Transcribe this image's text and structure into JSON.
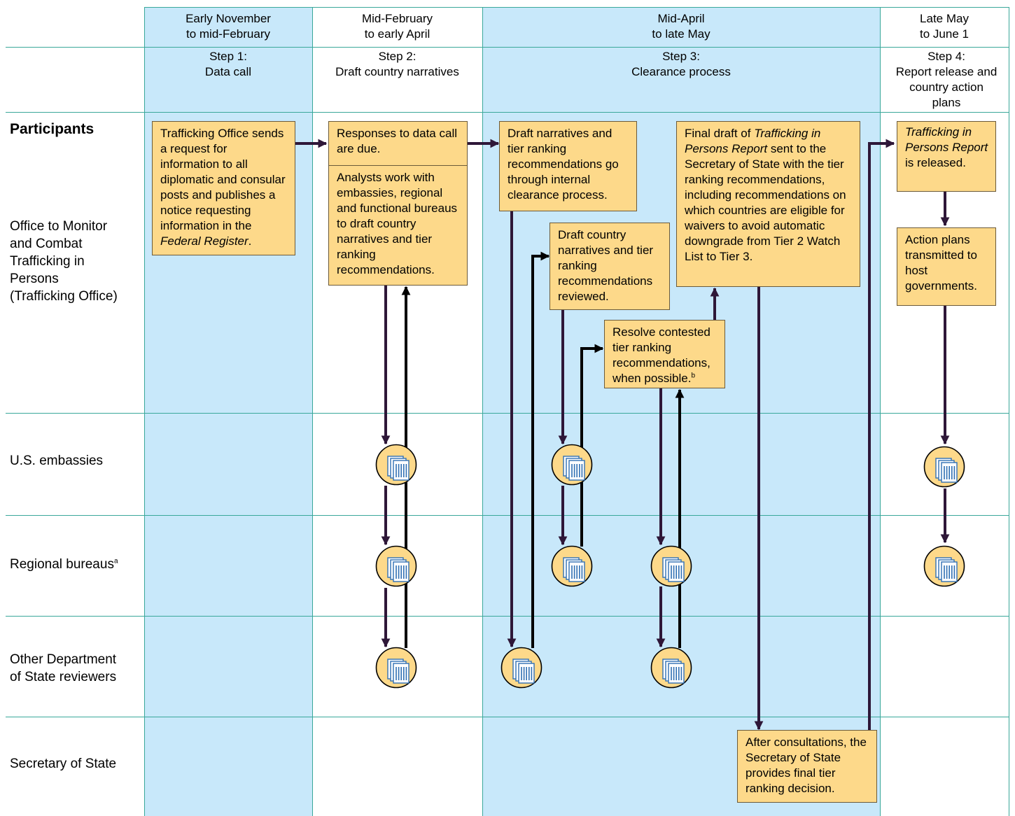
{
  "headers": {
    "col1_period": [
      "Early November",
      "to mid-February"
    ],
    "col2_period": [
      "Mid-February",
      "to early April"
    ],
    "col3_period": [
      "Mid-April",
      "to late May"
    ],
    "col4_period": [
      "Late May",
      "to June 1"
    ],
    "col1_step": [
      "Step 1:",
      "Data call"
    ],
    "col2_step": [
      "Step 2:",
      "Draft country narratives"
    ],
    "col3_step": [
      "Step 3:",
      "Clearance process"
    ],
    "col4_step": [
      "Step 4:",
      "Report release and",
      "country action",
      "plans"
    ]
  },
  "participants_title": "Participants",
  "rows": {
    "office": [
      "Office to Monitor",
      "and Combat",
      "Trafficking in",
      "Persons",
      "(Trafficking Office)"
    ],
    "embassies": "U.S. embassies",
    "regional": "Regional bureaus",
    "regional_note": "a",
    "other": [
      "Other Department",
      "of State reviewers"
    ],
    "secretary": "Secretary of State"
  },
  "boxes": {
    "b1_text": "Trafficking Office sends a request for information to all diplomatic and consular posts and publishes a notice requesting information in the ",
    "b1_italic": "Federal Register",
    "b1_end": ".",
    "b2a": "Responses to data call are due.",
    "b2b": "Analysts work with embassies, regional and functional bureaus to draft country narratives and tier ranking recommendations.",
    "b3": "Draft narratives and tier ranking recommendations go through internal clearance process.",
    "b4": "Draft country narratives and tier ranking recommendations reviewed.",
    "b5_text": "Resolve contested tier ranking recommendations, when possible.",
    "b5_note": "b",
    "b6_start": "Final draft of ",
    "b6_italic": "Trafficking in Persons Report",
    "b6_end": " sent to the Secretary of State with the tier ranking recommendations, including recommendations on which countries are eligible for waivers to avoid automatic downgrade from Tier 2 Watch List to Tier 3.",
    "b7": "After consultations, the Secretary of State provides final tier ranking decision.",
    "b8_italic": "Trafficking in Persons Report",
    "b8_end": " is released.",
    "b9": "Action plans transmitted to host governments."
  },
  "colors": {
    "shade": "#c8e8fa",
    "grid": "#3aa89a",
    "box_fill": "#fdd98a",
    "arrow_dark": "#2e1738",
    "arrow_black": "#000000",
    "doc_blue": "#2f6fb3"
  },
  "icons": [
    "document-stack-icon"
  ]
}
